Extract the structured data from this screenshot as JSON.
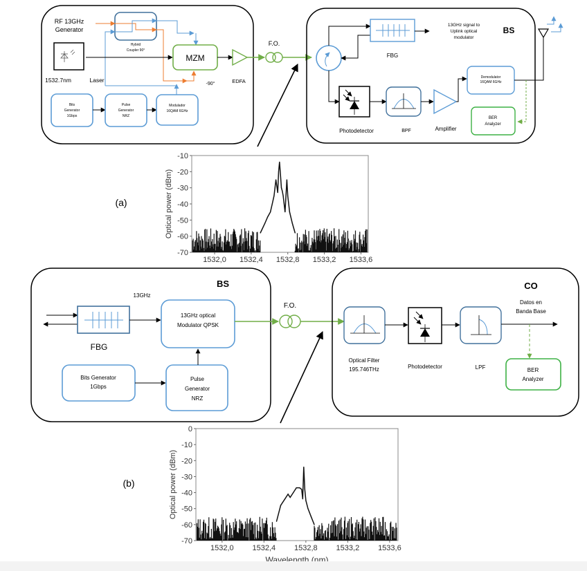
{
  "colors": {
    "blue": "#5b9bd5",
    "dark_blue": "#41719c",
    "orange": "#ed7d31",
    "green": "#70ad47",
    "ber_green": "#3cb043",
    "black": "#000000"
  },
  "panel_a": {
    "label": "(a)",
    "transmitter": {
      "rf_generator": [
        "RF 13GHz",
        "Generator"
      ],
      "hybrid_coupler": [
        "Hybrid",
        "Coupler 90°"
      ],
      "laser_wavelength": "1532.7nm",
      "laser_label": "Laser",
      "mzm": "MZM",
      "phase": "-90°",
      "edfa": "EDFA",
      "bits_generator": [
        "Bits",
        "Generator",
        "1Gbps"
      ],
      "pulse_generator": [
        "Pulse",
        "Generator",
        "NRZ"
      ],
      "modulator": [
        "Modulador",
        "16QAM 6GHz"
      ]
    },
    "fiber_label": "F.O.",
    "bs": {
      "title": "BS",
      "fbg": "FBG",
      "uplink_note": [
        "13GHz signal to",
        "Uplink optical",
        "modulator"
      ],
      "photodetector": "Photodetector",
      "bpf": "BPF",
      "amplifier": "Amplifier",
      "demodulator": [
        "Demodulator",
        "16QAM 6GHz"
      ],
      "ber": [
        "BER",
        "Analyzer"
      ]
    }
  },
  "panel_b": {
    "label": "(b)",
    "bs": {
      "title": "BS",
      "freq": "13GHz",
      "fbg": "FBG",
      "modulator": [
        "13GHz optical",
        "Modulator QPSK"
      ],
      "bits_generator": [
        "Bits Generator",
        "1Gbps"
      ],
      "pulse_generator": [
        "Pulse",
        "Generator",
        "NRZ"
      ]
    },
    "fiber_label": "F.O.",
    "co": {
      "title": "CO",
      "optical_filter": [
        "Optical Filter",
        "195.746THz"
      ],
      "photodetector": "Photodetector",
      "lpf": "LPF",
      "baseband": [
        "Datos en",
        "Banda Base"
      ],
      "ber": [
        "BER",
        "Analyzer"
      ]
    }
  },
  "chart_data": [
    {
      "type": "line",
      "title": "",
      "xlabel": "",
      "ylabel": "Optical power (dBm)",
      "xlim": [
        1531.75,
        1533.68
      ],
      "ylim": [
        -70,
        -10
      ],
      "xticks": [
        1532.0,
        1532.4,
        1532.8,
        1533.2,
        1533.6
      ],
      "xtick_labels": [
        "1532,0",
        "1532,4",
        "1532,8",
        "1533,2",
        "1533,6"
      ],
      "yticks": [
        -10,
        -20,
        -30,
        -40,
        -50,
        -60,
        -70
      ],
      "ytick_labels": [
        "-10",
        "-20",
        "-30",
        "-40",
        "-50",
        "-60",
        "-70"
      ],
      "noise_floor": [
        -70,
        -55
      ],
      "envelope_x": [
        1532.5,
        1532.55,
        1532.58,
        1532.61,
        1532.63,
        1532.65,
        1532.67,
        1532.69,
        1532.7,
        1532.71,
        1532.72,
        1532.73,
        1532.74,
        1532.75,
        1532.77,
        1532.79,
        1532.8,
        1532.82,
        1532.85,
        1532.88
      ],
      "envelope_y": [
        -58,
        -52,
        -48,
        -45,
        -40,
        -35,
        -25,
        -33,
        -20,
        -14,
        -22,
        -30,
        -32,
        -35,
        -45,
        -25,
        -35,
        -45,
        -52,
        -58
      ],
      "grid": false
    },
    {
      "type": "line",
      "title": "",
      "xlabel": "Wavelength (nm)",
      "ylabel": "Optical power (dBm)",
      "xlim": [
        1531.75,
        1533.68
      ],
      "ylim": [
        -70,
        0
      ],
      "xticks": [
        1532.0,
        1532.4,
        1532.8,
        1533.2,
        1533.6
      ],
      "xtick_labels": [
        "1532,0",
        "1532,4",
        "1532,8",
        "1533,2",
        "1533,6"
      ],
      "yticks": [
        0,
        -10,
        -20,
        -30,
        -40,
        -50,
        -60,
        -70
      ],
      "ytick_labels": [
        "0",
        "-10",
        "-20",
        "-30",
        "-40",
        "-50",
        "-60",
        "-70"
      ],
      "noise_floor": [
        -70,
        -55
      ],
      "envelope_x": [
        1532.52,
        1532.56,
        1532.6,
        1532.63,
        1532.65,
        1532.68,
        1532.71,
        1532.74,
        1532.76,
        1532.77,
        1532.78,
        1532.79,
        1532.8,
        1532.82,
        1532.85,
        1532.88
      ],
      "envelope_y": [
        -58,
        -48,
        -44,
        -41,
        -43,
        -40,
        -37,
        -37,
        -38,
        -44,
        -24,
        -38,
        -45,
        -50,
        -55,
        -60
      ],
      "grid": false
    }
  ]
}
